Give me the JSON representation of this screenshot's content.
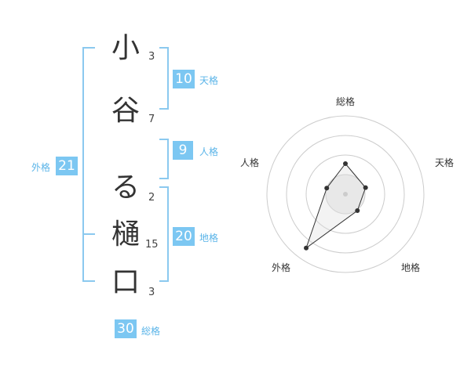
{
  "name_chars": [
    "小",
    "谷",
    "る",
    "樋",
    "口"
  ],
  "strokes": [
    "3",
    "7",
    "2",
    "15",
    "3"
  ],
  "fortunes": {
    "tenkaku": {
      "value": "10",
      "label": "天格"
    },
    "jinkaku": {
      "value": "9",
      "label": "人格"
    },
    "chikaku": {
      "value": "20",
      "label": "地格"
    },
    "gaikaku": {
      "value": "21",
      "label": "外格"
    },
    "soukaku": {
      "value": "30",
      "label": "総格"
    }
  },
  "radar": {
    "axes": [
      "総格",
      "天格",
      "地格",
      "外格",
      "人格"
    ],
    "values": [
      0.39,
      0.27,
      0.26,
      0.85,
      0.25
    ],
    "colors": {
      "line": "#333333",
      "grid": "#cccccc",
      "fill": "#eeeeee"
    }
  }
}
